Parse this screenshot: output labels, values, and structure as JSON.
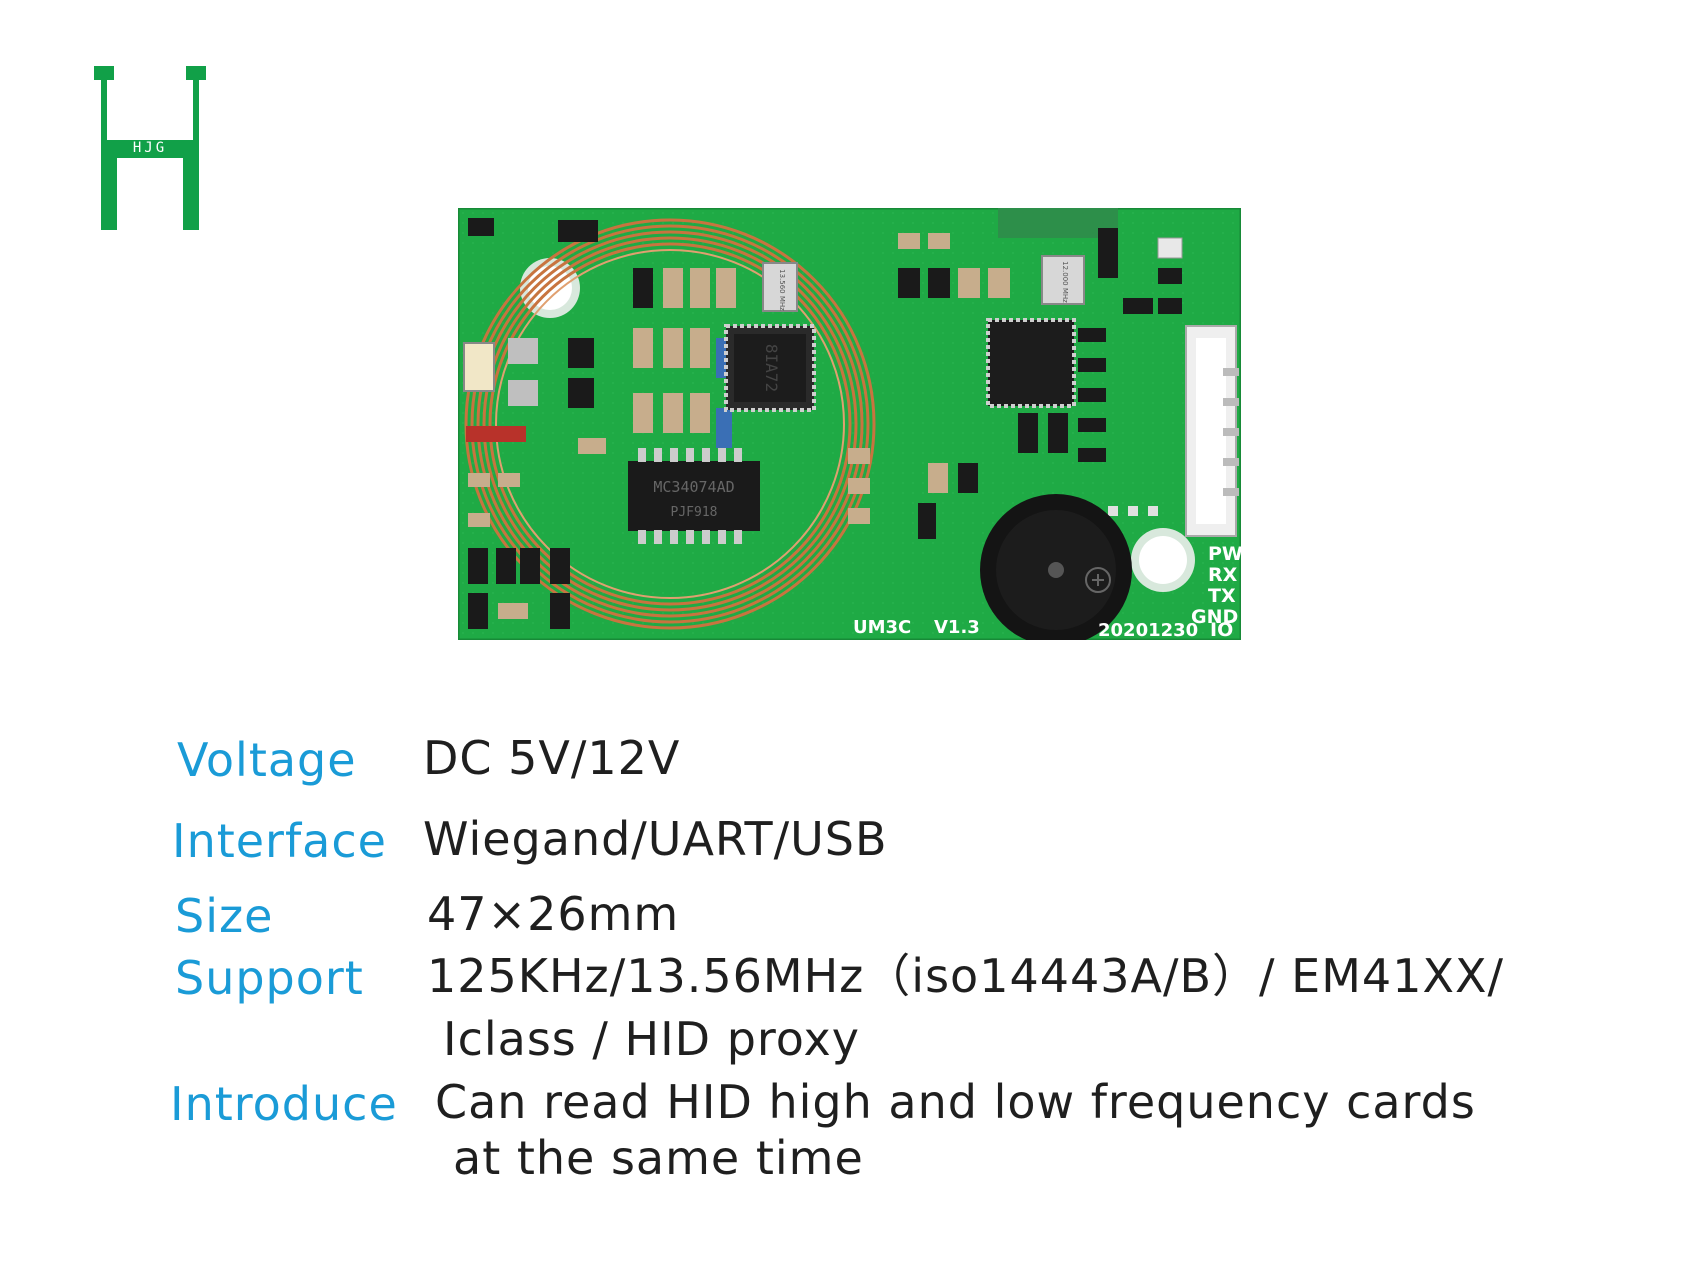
{
  "brand": {
    "logo_text": "HJG",
    "logo_color": "#11a048"
  },
  "board": {
    "silkscreen_model": "UM3C",
    "silkscreen_version": "V1.3",
    "silkscreen_date": "20201230",
    "ic_main_line1": "MC34074AD",
    "ic_main_line2": "PJF918",
    "chip_marking": "8IA72",
    "crystal_left": "13.560 MHz",
    "crystal_right": "12.000 MHz",
    "pin_labels": [
      "PW",
      "RX",
      "TX",
      "GND",
      "IO"
    ],
    "pcb_color": "#1faa45",
    "coil_color": "#c8743f"
  },
  "specs": [
    {
      "label": "Voltage",
      "value": "DC 5V/12V"
    },
    {
      "label": "Interface",
      "value": "Wiegand/UART/USB"
    },
    {
      "label": "Size",
      "value": "47×26mm"
    },
    {
      "label": "Support",
      "value": "125KHz/13.56MHz（iso14443A/B）/ EM41XX/",
      "value_line2": "Iclass / HID proxy"
    },
    {
      "label": "Introduce",
      "value": "Can read HID high and low frequency cards",
      "value_line2": "at the same time"
    }
  ],
  "colors": {
    "label": "#1a9bd7",
    "value": "#1f1f1f"
  }
}
